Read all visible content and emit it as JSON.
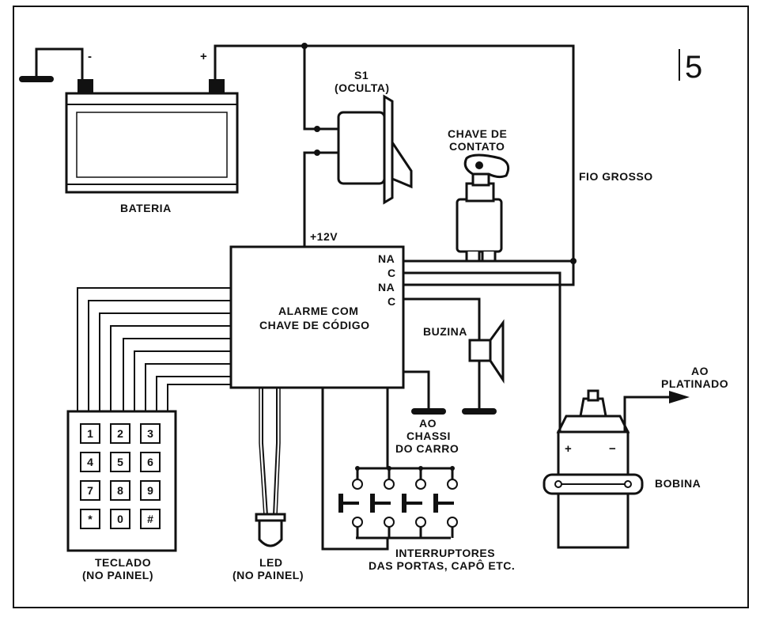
{
  "figure_number": "5",
  "battery": {
    "label": "BATERIA",
    "neg": "-",
    "pos": "+"
  },
  "switch_s1": {
    "name": "S1",
    "note": "(OCULTA)"
  },
  "ignition": {
    "line1": "CHAVE DE",
    "line2": "CONTATO"
  },
  "thick_wire": "FIO GROSSO",
  "supply": "+12V",
  "alarm": {
    "line1": "ALARME COM",
    "line2": "CHAVE DE CÓDIGO",
    "terminals": [
      "NA",
      "C",
      "NA",
      "C"
    ]
  },
  "horn": "BUZINA",
  "chassis": {
    "line1": "AO",
    "line2": "CHASSI",
    "line3": "DO CARRO"
  },
  "points": {
    "line1": "AO",
    "line2": "PLATINADO"
  },
  "coil": {
    "label": "BOBINA",
    "plus": "+",
    "minus": "−"
  },
  "keypad": {
    "label1": "TECLADO",
    "label2": "(NO PAINEL)",
    "keys": [
      "1",
      "2",
      "3",
      "4",
      "5",
      "6",
      "7",
      "8",
      "9",
      "*",
      "0",
      "#"
    ]
  },
  "led": {
    "label1": "LED",
    "label2": "(NO PAINEL)"
  },
  "door_switches": {
    "line1": "INTERRUPTORES",
    "line2": "DAS PORTAS, CAPÔ ETC."
  }
}
